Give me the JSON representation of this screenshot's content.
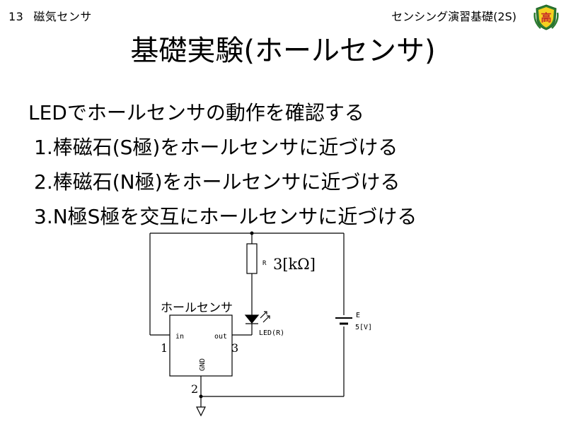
{
  "header": {
    "page_number": "13",
    "section_title": "磁気センサ",
    "course_title": "センシング演習基礎(2S)"
  },
  "emblem": {
    "icon": "school-emblem-icon",
    "text": "高"
  },
  "title": "基礎実験(ホールセンサ)",
  "body": {
    "lines": [
      "LEDでホールセンサの動作を確認する",
      "1.棒磁石(S極)をホールセンサに近づける",
      "2.棒磁石(N極)をホールセンサに近づける",
      "3.N極S極を交互にホールセンサに近づける"
    ]
  },
  "circuit": {
    "resistor_symbol": "R",
    "resistor_value": "3[kΩ]",
    "sensor_label": "ホールセンサ",
    "pin_in": "in",
    "pin_out": "out",
    "pin_gnd": "GND",
    "pin1": "1",
    "pin2": "2",
    "pin3": "3",
    "led_label": "LED(R)",
    "battery_symbol": "E",
    "battery_value": "5[V]"
  }
}
